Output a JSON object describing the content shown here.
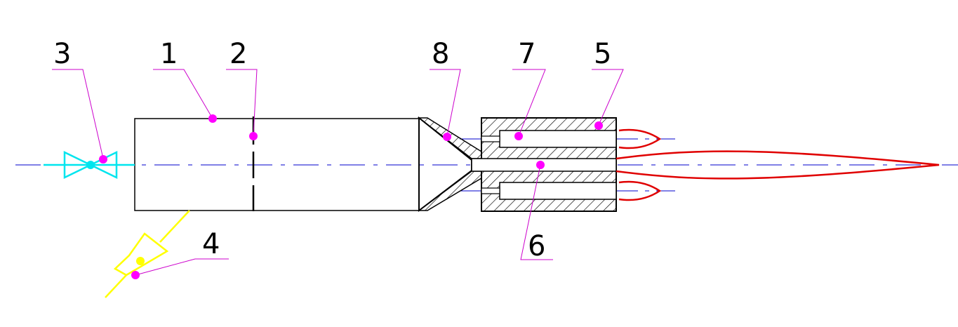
{
  "diagram": {
    "labels": [
      "3",
      "1",
      "2",
      "8",
      "7",
      "5",
      "4",
      "6"
    ]
  },
  "colors": {
    "background": "#ffffff",
    "outline": "#000000",
    "centerline": "#0000cc",
    "leader": "#cc00cc",
    "marker": "#ff00ff",
    "valve_cyan": "#00e5ee",
    "valve_yellow": "#ffff00",
    "flame": "#e00000"
  }
}
